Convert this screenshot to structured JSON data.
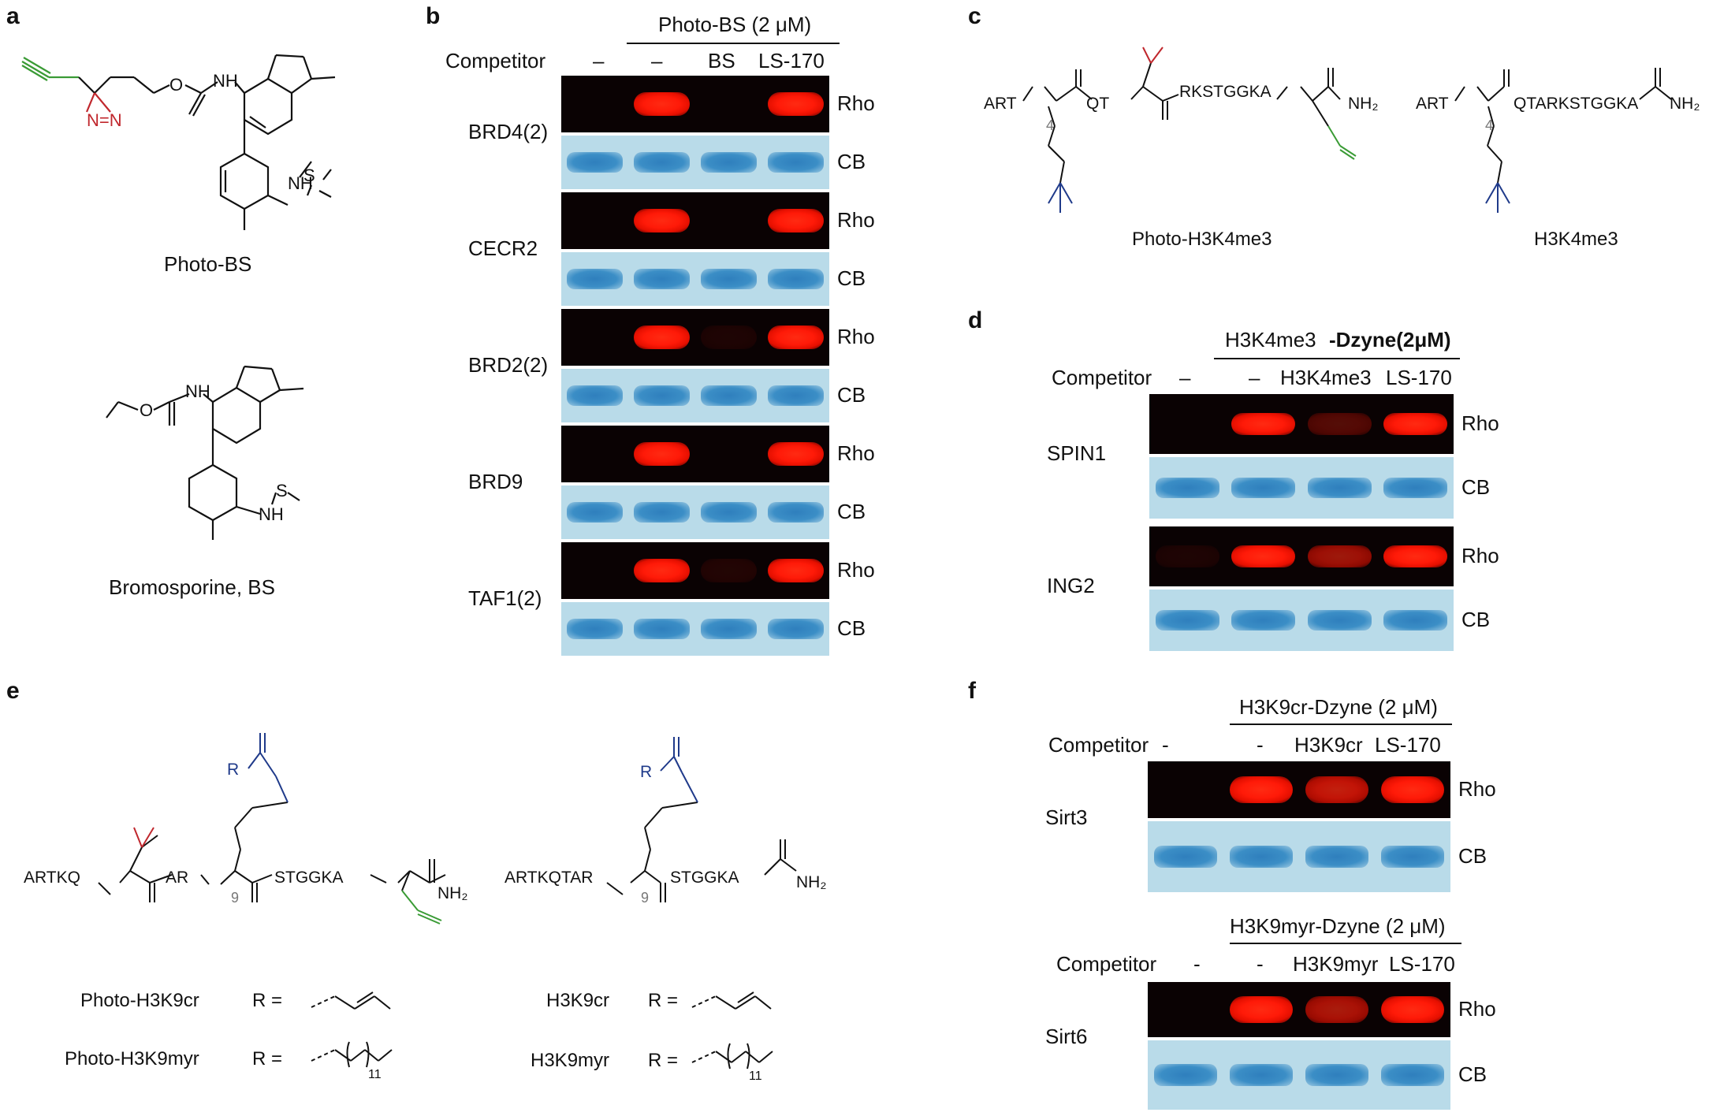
{
  "panels": {
    "a": {
      "label": "a",
      "compound1": "Photo-BS",
      "compound2": "Bromosporine, BS",
      "atoms": {
        "n": "N",
        "nh": "NH",
        "o": "O",
        "h": "H",
        "s": "S",
        "nn": "N=N"
      }
    },
    "b": {
      "label": "b",
      "header": "Photo-BS (2 μM)",
      "competitor_label": "Competitor",
      "lanes": [
        "–",
        "–",
        "BS",
        "LS-170"
      ],
      "proteins": [
        "BRD4(2)",
        "CECR2",
        "BRD2(2)",
        "BRD9",
        "TAF1(2)"
      ],
      "rho": "Rho",
      "cb": "CB",
      "rho_intensity": [
        [
          0,
          1,
          0,
          1
        ],
        [
          0,
          1,
          0,
          1
        ],
        [
          0,
          1,
          0.05,
          1
        ],
        [
          0,
          1,
          0,
          1
        ],
        [
          0,
          1,
          0.1,
          1
        ]
      ]
    },
    "c": {
      "label": "c",
      "compound1": "Photo-H3K4me3",
      "compound2": "H3K4me3",
      "seq1a": "ART",
      "seq1b": "QT",
      "seq1c": "RKSTGGKA",
      "nh2": "NH₂",
      "seq2a": "ART",
      "seq2b": "QTARKSTGGKA",
      "pos": "4"
    },
    "d": {
      "label": "d",
      "header_probe": "H3K4me3",
      "header_suffix": "-Dzyne(2μM)",
      "competitor_label": "Competitor",
      "lanes": [
        "–",
        "–",
        "H3K4me3",
        "LS-170"
      ],
      "proteins": [
        "SPIN1",
        "ING2"
      ],
      "rho": "Rho",
      "cb": "CB",
      "rho_intensity": [
        [
          0,
          1,
          0.3,
          1
        ],
        [
          0.05,
          1,
          0.6,
          1
        ]
      ]
    },
    "e": {
      "label": "e",
      "seq1a": "ARTKQ",
      "seq1b": "AR",
      "seq1c": "STGGKA",
      "seq2a": "ARTKQTAR",
      "seq2b": "STGGKA",
      "nh2": "NH₂",
      "pos": "9",
      "r": "R",
      "r_eq": "R =",
      "sub11": "11",
      "row_labels": [
        "Photo-H3K9cr",
        "Photo-H3K9myr",
        "H3K9cr",
        "H3K9myr"
      ]
    },
    "f": {
      "label": "f",
      "header1": "H3K9cr-Dzyne (2 μM)",
      "header2": "H3K9myr-Dzyne (2 μM)",
      "competitor_label": "Competitor",
      "lanes1": [
        "-",
        "-",
        "H3K9cr",
        "LS-170"
      ],
      "lanes2": [
        "-",
        "-",
        "H3K9myr",
        "LS-170"
      ],
      "proteins": [
        "Sirt3",
        "Sirt6"
      ],
      "rho": "Rho",
      "cb": "CB",
      "rho_intensity": [
        [
          0,
          1,
          0.75,
          1
        ],
        [
          0,
          1,
          0.65,
          1
        ]
      ]
    }
  },
  "colors": {
    "red": "#c0272d",
    "green": "#3a9b35",
    "blue": "#1f3a8a",
    "gel_dark": "#0a0203",
    "cb_bg": "#b9dbe9"
  }
}
